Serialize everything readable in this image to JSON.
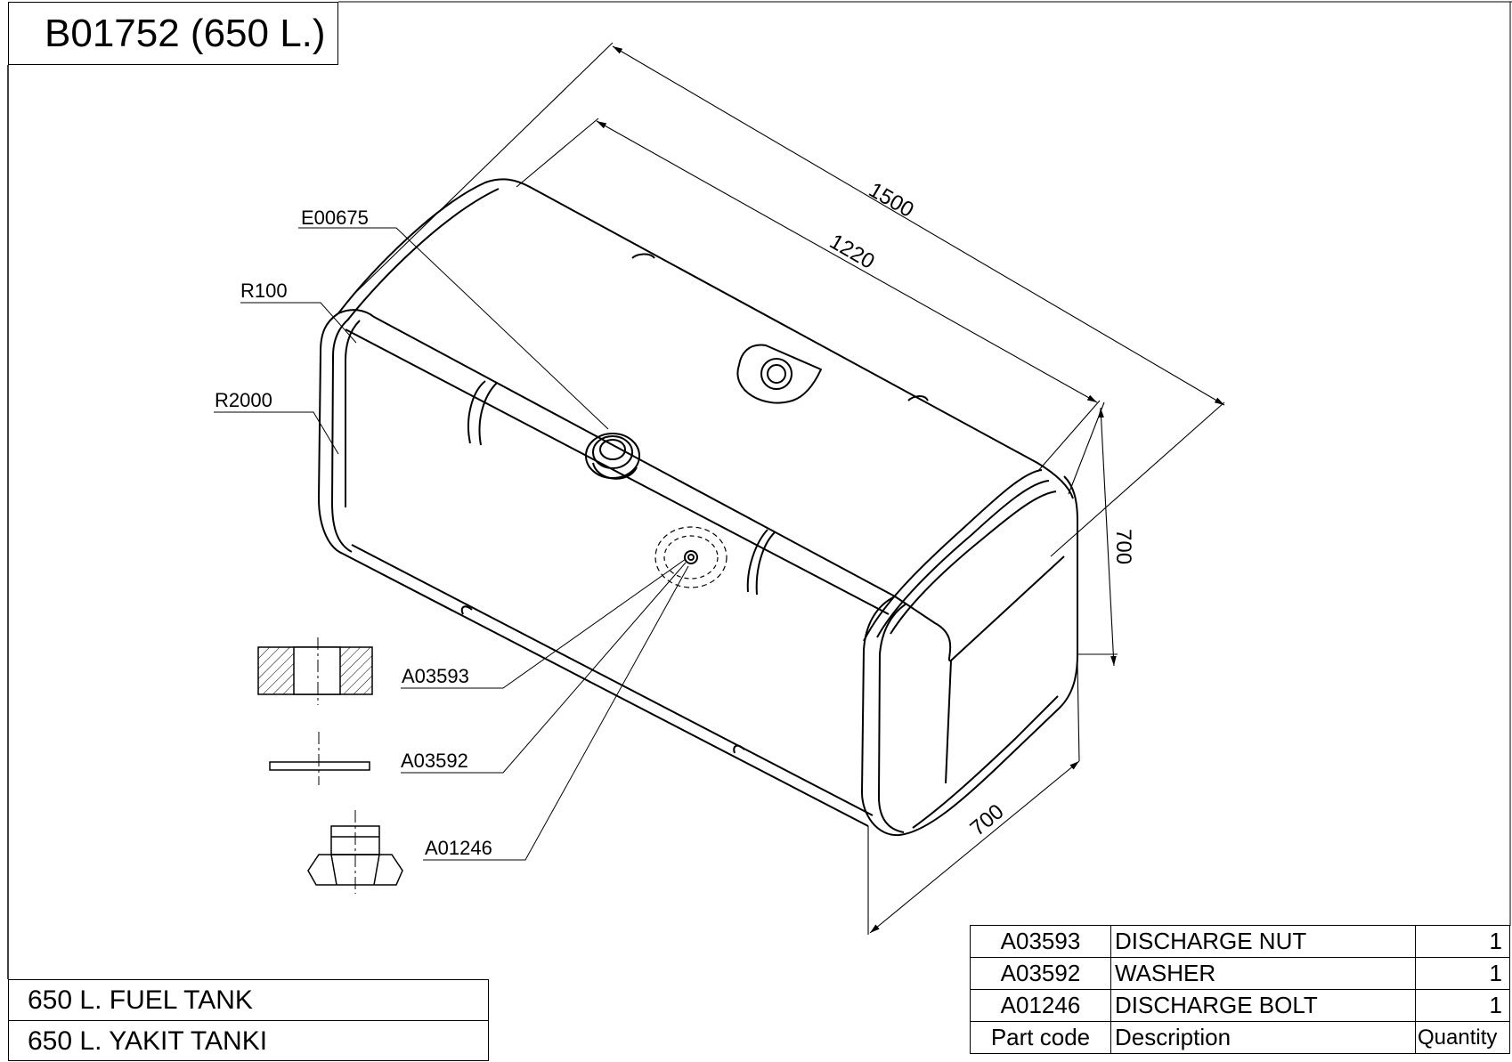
{
  "title": "B01752 (650 L.)",
  "name_block": [
    "650 L. FUEL TANK",
    "650 L. YAKIT TANKI"
  ],
  "callouts": {
    "top_fitting": "E00675",
    "radius_small": "R100",
    "radius_large": "R2000",
    "discharge_nut": "A03593",
    "washer": "A03592",
    "discharge_bolt": "A01246"
  },
  "dimensions": {
    "overall_length": "1500",
    "inner_length": "1220",
    "height": "700",
    "width": "700"
  },
  "parts_table": {
    "headers": [
      "Part code",
      "Description",
      "Quantity"
    ],
    "rows": [
      {
        "code": "A03593",
        "description": "DISCHARGE NUT",
        "quantity": "1"
      },
      {
        "code": "A03592",
        "description": "WASHER",
        "quantity": "1"
      },
      {
        "code": "A01246",
        "description": "DISCHARGE BOLT",
        "quantity": "1"
      }
    ]
  }
}
